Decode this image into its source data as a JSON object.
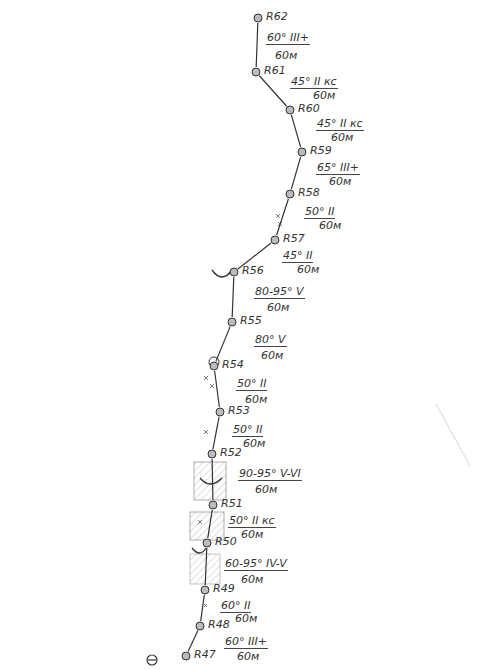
{
  "diagram": {
    "nodes": [
      {
        "text": [
          "R62"
        ]
      },
      {
        "text": [
          "R61"
        ]
      },
      {
        "text": [
          "R60"
        ]
      },
      {
        "text": [
          "R59"
        ]
      },
      {
        "text": [
          "R58"
        ]
      },
      {
        "text": [
          "R57"
        ]
      },
      {
        "text": [
          "R56"
        ]
      },
      {
        "text": [
          "R55"
        ]
      },
      {
        "text": [
          "R54"
        ]
      },
      {
        "text": [
          "R53"
        ]
      },
      {
        "text": [
          "R52"
        ]
      },
      {
        "text": [
          "R51"
        ]
      },
      {
        "text": [
          "R50"
        ]
      },
      {
        "text": [
          "R49"
        ]
      },
      {
        "text": [
          "R48"
        ]
      },
      {
        "text": [
          "R47"
        ]
      }
    ],
    "edges": [
      {
        "from": 0,
        "to": 1,
        "arrow": "none"
      },
      {
        "from": 1,
        "to": 2,
        "arrow": "none"
      },
      {
        "from": 2,
        "to": 3,
        "arrow": "none"
      },
      {
        "from": 3,
        "to": 4,
        "arrow": "none"
      },
      {
        "from": 4,
        "to": 5,
        "arrow": "none"
      },
      {
        "from": 5,
        "to": 6,
        "arrow": "none"
      },
      {
        "from": 6,
        "to": 7,
        "arrow": "none"
      },
      {
        "from": 7,
        "to": 8,
        "arrow": "none"
      },
      {
        "from": 8,
        "to": 9,
        "arrow": "none"
      },
      {
        "from": 9,
        "to": 10,
        "arrow": "none"
      },
      {
        "from": 10,
        "to": 11,
        "arrow": "none"
      },
      {
        "from": 11,
        "to": 12,
        "arrow": "none"
      },
      {
        "from": 12,
        "to": 13,
        "arrow": "none"
      },
      {
        "from": 13,
        "to": 14,
        "arrow": "none"
      },
      {
        "from": 14,
        "to": 15,
        "arrow": "none"
      }
    ],
    "labels": [
      "60° III+",
      "60м",
      "45° II кс",
      "60м",
      "45° II кс",
      "60м",
      "65° III+",
      "60м",
      "50° II",
      "60м",
      "45° II",
      "60м",
      "80-95° V",
      "60м",
      "80° V",
      "60м",
      "50° II",
      "60м",
      "50° II",
      "60м",
      "90-95° V-VI",
      "60м",
      "50° II кс",
      "60м",
      "60-95° IV-V",
      "60м",
      "60° II",
      "60м",
      "60° III+",
      "60м"
    ]
  }
}
